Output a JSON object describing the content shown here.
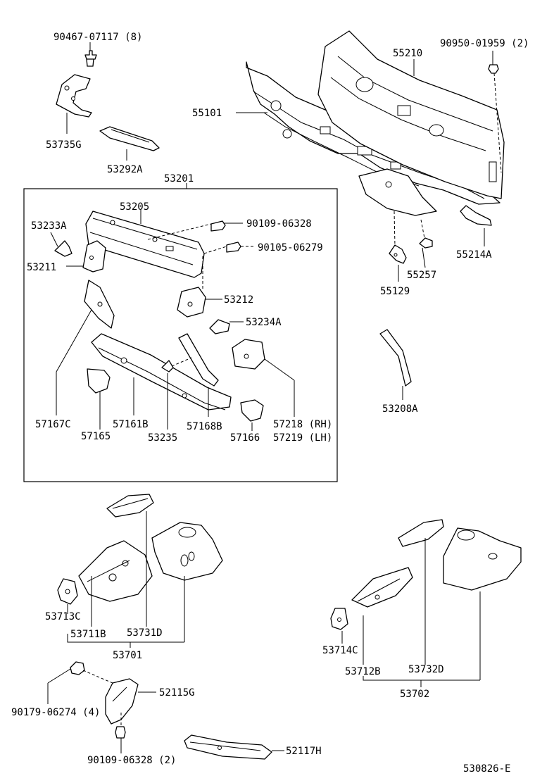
{
  "labels": {
    "l_90467": "90467-07117 (8)",
    "l_53735g": "53735G",
    "l_53292a": "53292A",
    "l_53201": "53201",
    "l_55210": "55210",
    "l_90950": "90950-01959 (2)",
    "l_55101": "55101",
    "l_53205": "53205",
    "l_90109a": "90109-06328",
    "l_90105": "90105-06279",
    "l_53233a": "53233A",
    "l_53211": "53211",
    "l_53212": "53212",
    "l_53234a": "53234A",
    "l_55214a": "55214A",
    "l_55257": "55257",
    "l_55129": "55129",
    "l_53208a": "53208A",
    "l_57167c": "57167C",
    "l_57161b": "57161B",
    "l_57168b": "57168B",
    "l_57218": "57218 (RH)",
    "l_57219": "57219 (LH)",
    "l_57165": "57165",
    "l_53235": "53235",
    "l_57166": "57166",
    "l_53713c": "53713C",
    "l_53711b": "53711B",
    "l_53731d": "53731D",
    "l_53701": "53701",
    "l_53714c": "53714C",
    "l_53712b": "53712B",
    "l_53732d": "53732D",
    "l_53702": "53702",
    "l_90179": "90179-06274 (4)",
    "l_52115g": "52115G",
    "l_90109b": "90109-06328 (2)",
    "l_52117h": "52117H",
    "l_ref": "530826-E"
  }
}
